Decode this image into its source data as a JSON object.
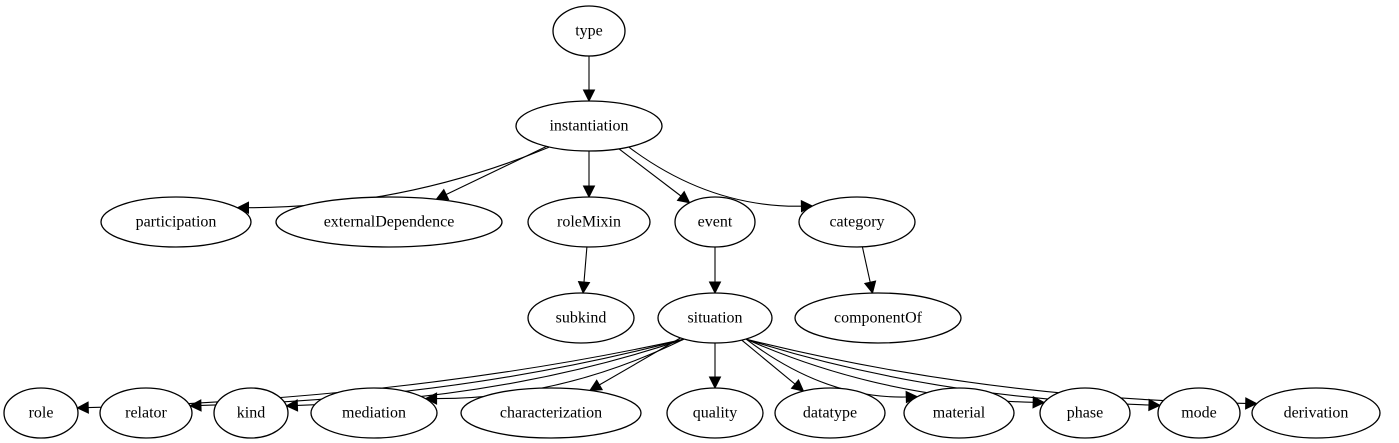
{
  "nodes": {
    "type": "type",
    "instantiation": "instantiation",
    "participation": "participation",
    "externalDependence": "externalDependence",
    "roleMixin": "roleMixin",
    "event": "event",
    "category": "category",
    "subkind": "subkind",
    "situation": "situation",
    "componentOf": "componentOf",
    "role": "role",
    "relator": "relator",
    "kind": "kind",
    "mediation": "mediation",
    "characterization": "characterization",
    "quality": "quality",
    "datatype": "datatype",
    "material": "material",
    "phase": "phase",
    "mode": "mode",
    "derivation": "derivation"
  },
  "edges": [
    {
      "from": "type",
      "to": "instantiation"
    },
    {
      "from": "instantiation",
      "to": "participation"
    },
    {
      "from": "instantiation",
      "to": "externalDependence"
    },
    {
      "from": "instantiation",
      "to": "roleMixin"
    },
    {
      "from": "instantiation",
      "to": "event"
    },
    {
      "from": "instantiation",
      "to": "category"
    },
    {
      "from": "roleMixin",
      "to": "subkind"
    },
    {
      "from": "event",
      "to": "situation"
    },
    {
      "from": "category",
      "to": "componentOf"
    },
    {
      "from": "situation",
      "to": "role"
    },
    {
      "from": "situation",
      "to": "relator"
    },
    {
      "from": "situation",
      "to": "kind"
    },
    {
      "from": "situation",
      "to": "mediation"
    },
    {
      "from": "situation",
      "to": "characterization"
    },
    {
      "from": "situation",
      "to": "quality"
    },
    {
      "from": "situation",
      "to": "datatype"
    },
    {
      "from": "situation",
      "to": "material"
    },
    {
      "from": "situation",
      "to": "phase"
    },
    {
      "from": "situation",
      "to": "mode"
    },
    {
      "from": "situation",
      "to": "derivation"
    }
  ]
}
